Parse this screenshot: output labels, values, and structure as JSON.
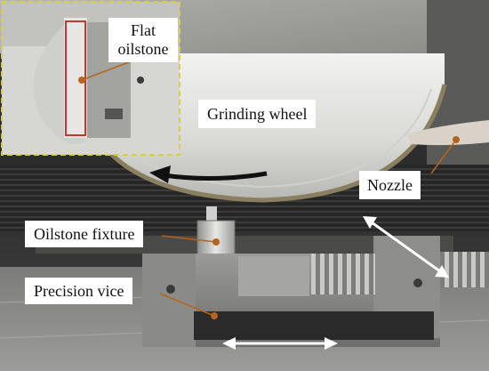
{
  "labels": {
    "flat_oilstone_line1": "Flat",
    "flat_oilstone_line2": "oilstone",
    "grinding_wheel": "Grinding wheel",
    "nozzle": "Nozzle",
    "oilstone_fixture": "Oilstone fixture",
    "precision_vice": "Precision vice"
  },
  "colors": {
    "inset_border": "#d8d23a",
    "leader_line": "#b5651d",
    "marker_dot": "#b5651d",
    "oilstone_outline": "#c0392b",
    "arrow_white": "#ffffff",
    "arrow_black": "#111111"
  }
}
